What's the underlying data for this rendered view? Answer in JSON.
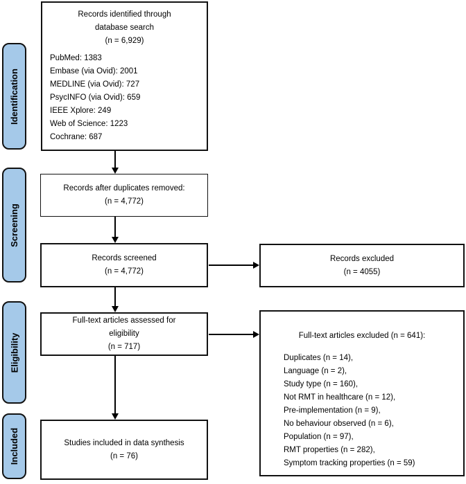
{
  "diagram": {
    "type": "prisma-flow",
    "colors": {
      "stage_fill": "#A5C9E9",
      "stage_border": "#111111",
      "box_border": "#111111",
      "arrow": "#000000",
      "background": "#ffffff"
    },
    "stages": [
      {
        "label": "Identification"
      },
      {
        "label": "Screening"
      },
      {
        "label": "Eligibility"
      },
      {
        "label": "Included"
      }
    ],
    "boxes": {
      "identified": {
        "title": [
          "Records identified through",
          "database search",
          "(n = 6,929)"
        ],
        "sources": [
          "PubMed: 1383",
          "Embase (via Ovid): 2001",
          "MEDLINE (via Ovid): 727",
          "PsycINFO (via Ovid): 659",
          "IEEE Xplore: 249",
          "Web of Science: 1223",
          "Cochrane: 687"
        ]
      },
      "deduplicated": {
        "lines": [
          "Records after duplicates removed:",
          "(n = 4,772)"
        ]
      },
      "screened": {
        "lines": [
          "Records screened",
          "(n = 4,772)"
        ]
      },
      "records_excluded": {
        "lines": [
          "Records excluded",
          "(n = 4055)"
        ]
      },
      "fulltext_assessed": {
        "lines": [
          "Full-text articles assessed for",
          "eligibility",
          "(n = 717)"
        ]
      },
      "fulltext_excluded": {
        "title": "Full-text articles excluded (n = 641):",
        "reasons": [
          "Duplicates (n = 14),",
          "Language (n = 2),",
          "Study type (n = 160),",
          "Not RMT in healthcare (n = 12),",
          "Pre-implementation (n = 9),",
          "No behaviour observed (n = 6),",
          "Population (n = 97),",
          "RMT properties (n = 282),",
          "Symptom tracking properties (n = 59)"
        ]
      },
      "included": {
        "lines": [
          "Studies included in data synthesis",
          "(n = 76)"
        ]
      }
    }
  }
}
